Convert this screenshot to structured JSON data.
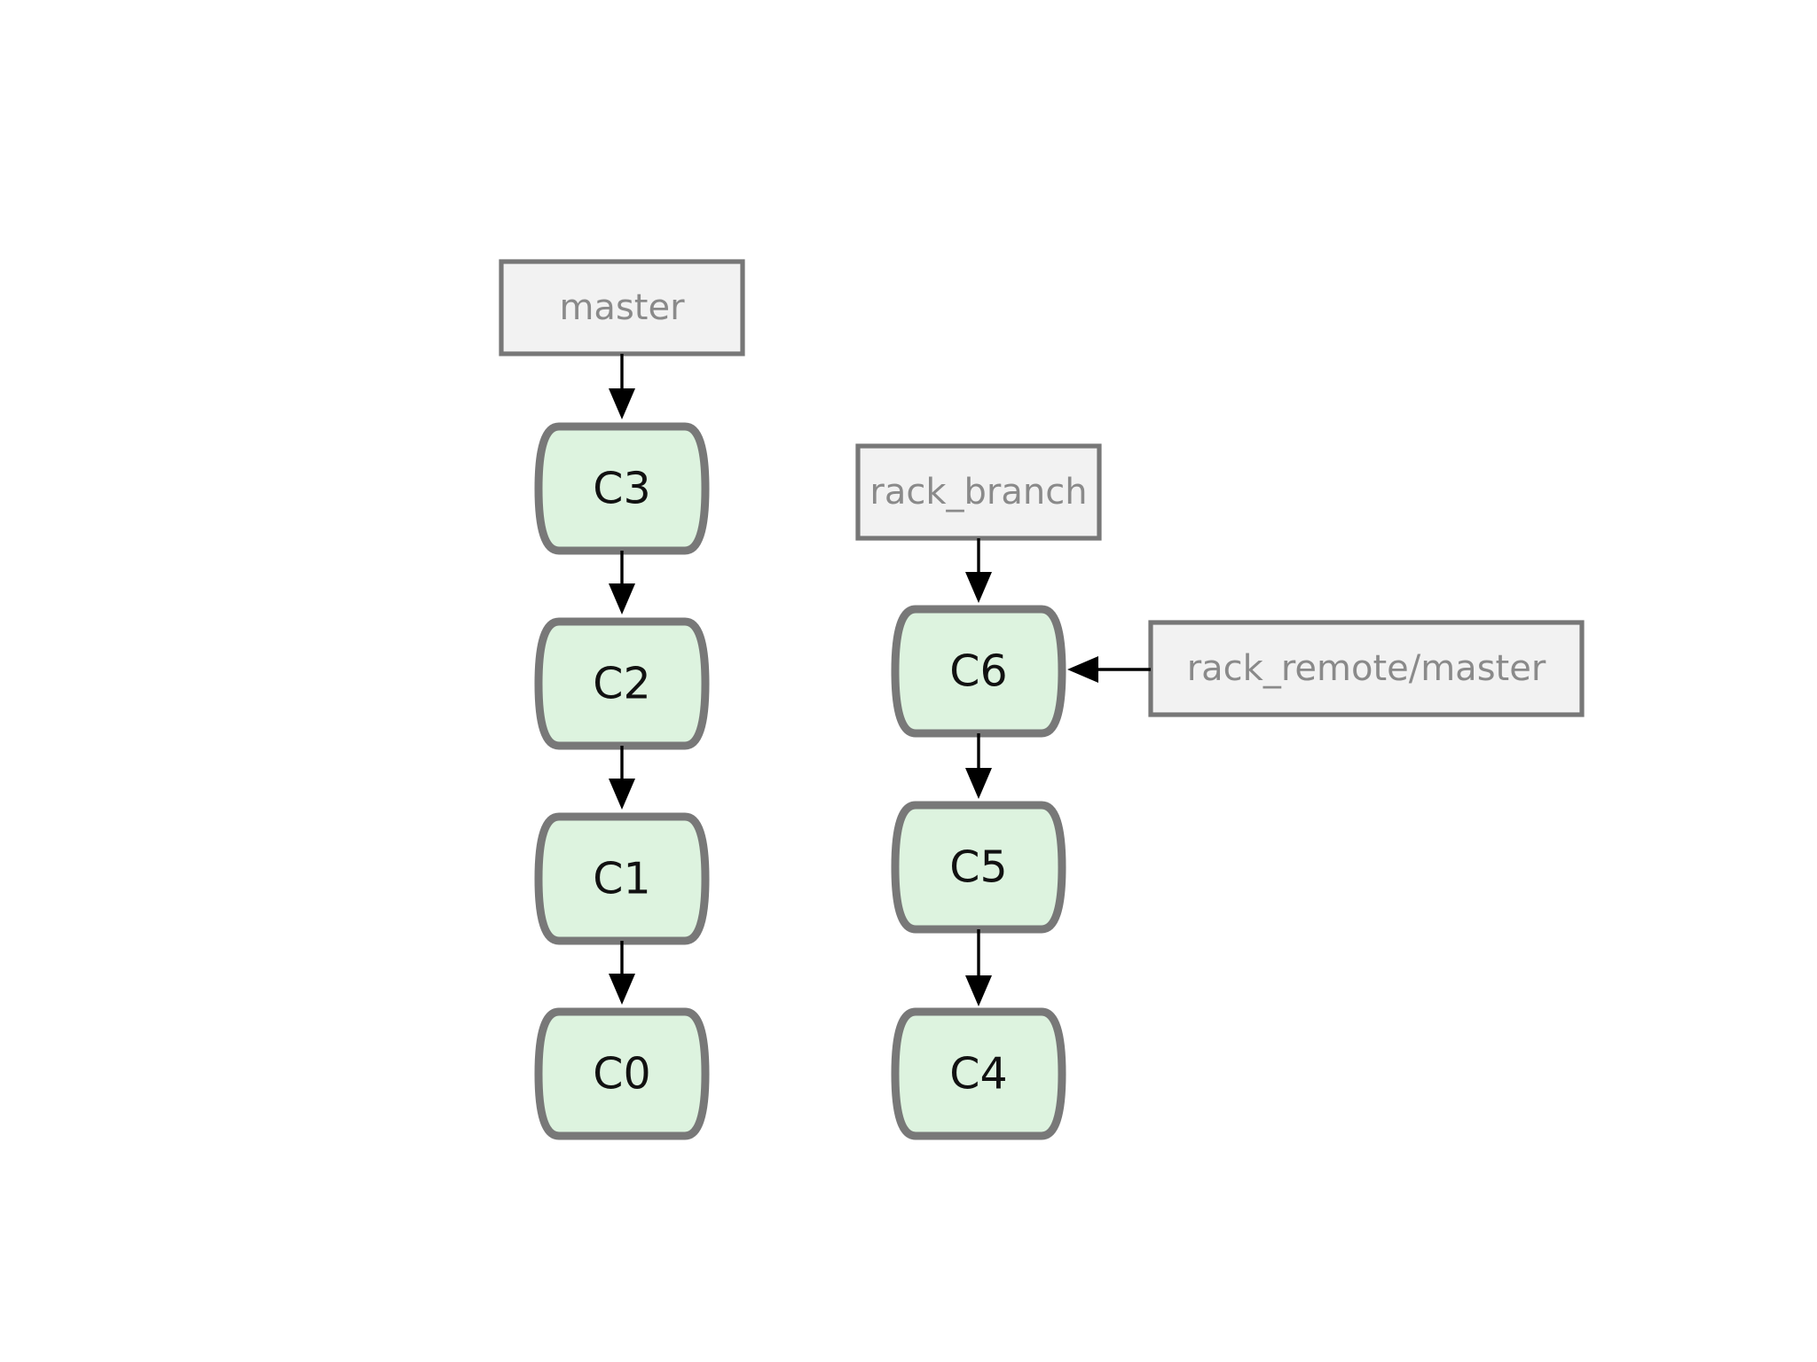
{
  "diagram": {
    "branches": {
      "master": "master",
      "rack_branch": "rack_branch",
      "rack_remote_master": "rack_remote/master"
    },
    "commits": {
      "c3": "C3",
      "c2": "C2",
      "c1": "C1",
      "c0": "C0",
      "c6": "C6",
      "c5": "C5",
      "c4": "C4"
    },
    "colors": {
      "commit_fill": "#ddf3df",
      "commit_stroke": "#787878",
      "branch_fill": "#f2f2f2",
      "branch_stroke": "#777777",
      "branch_text": "#8a8a8a",
      "arrow": "#000000"
    }
  }
}
